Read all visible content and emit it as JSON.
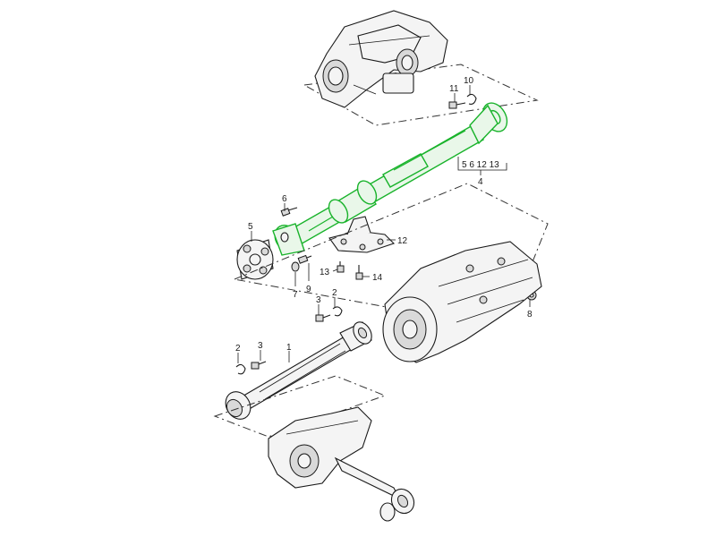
{
  "callouts": {
    "c1": "1",
    "c2a": "2",
    "c2b": "2",
    "c3a": "3",
    "c3b": "3",
    "c4": "4",
    "c5": "5",
    "c6": "6",
    "c7": "7",
    "c8": "8",
    "c9": "9",
    "c10": "10",
    "c11": "11",
    "c12": "12",
    "c13": "13",
    "c14": "14",
    "group_label": "5 6 12 13"
  },
  "colors": {
    "highlight": "#19b32b",
    "line": "#1a1a1a"
  }
}
